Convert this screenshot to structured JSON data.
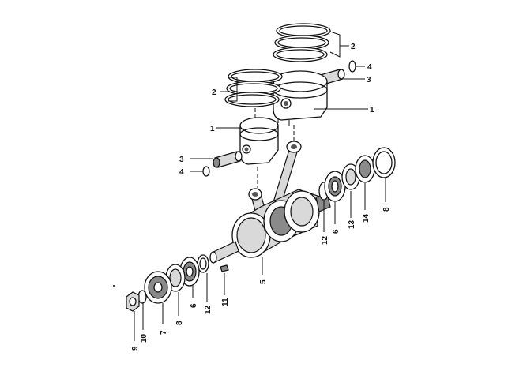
{
  "diagram": {
    "labels": [
      {
        "id": "ring-set-upper",
        "text": "2"
      },
      {
        "id": "ring-set-left",
        "text": "2"
      },
      {
        "id": "circlip-upper",
        "text": "4"
      },
      {
        "id": "pin-upper",
        "text": "3"
      },
      {
        "id": "piston-right",
        "text": "1"
      },
      {
        "id": "piston-left",
        "text": "1"
      },
      {
        "id": "pin-left",
        "text": "3"
      },
      {
        "id": "circlip-left",
        "text": "4"
      },
      {
        "id": "seal-right",
        "text": "8"
      },
      {
        "id": "washer-right",
        "text": "14"
      },
      {
        "id": "bearing-right-outer",
        "text": "13"
      },
      {
        "id": "bearing-right",
        "text": "6"
      },
      {
        "id": "spacer-right",
        "text": "12"
      },
      {
        "id": "crankshaft",
        "text": "5"
      },
      {
        "id": "key",
        "text": "11"
      },
      {
        "id": "spacer-left",
        "text": "12"
      },
      {
        "id": "bearing-left",
        "text": "6"
      },
      {
        "id": "seal-left",
        "text": "8"
      },
      {
        "id": "pulley-hub",
        "text": "7"
      },
      {
        "id": "lockwasher",
        "text": "10"
      },
      {
        "id": "nut",
        "text": "9"
      }
    ]
  }
}
